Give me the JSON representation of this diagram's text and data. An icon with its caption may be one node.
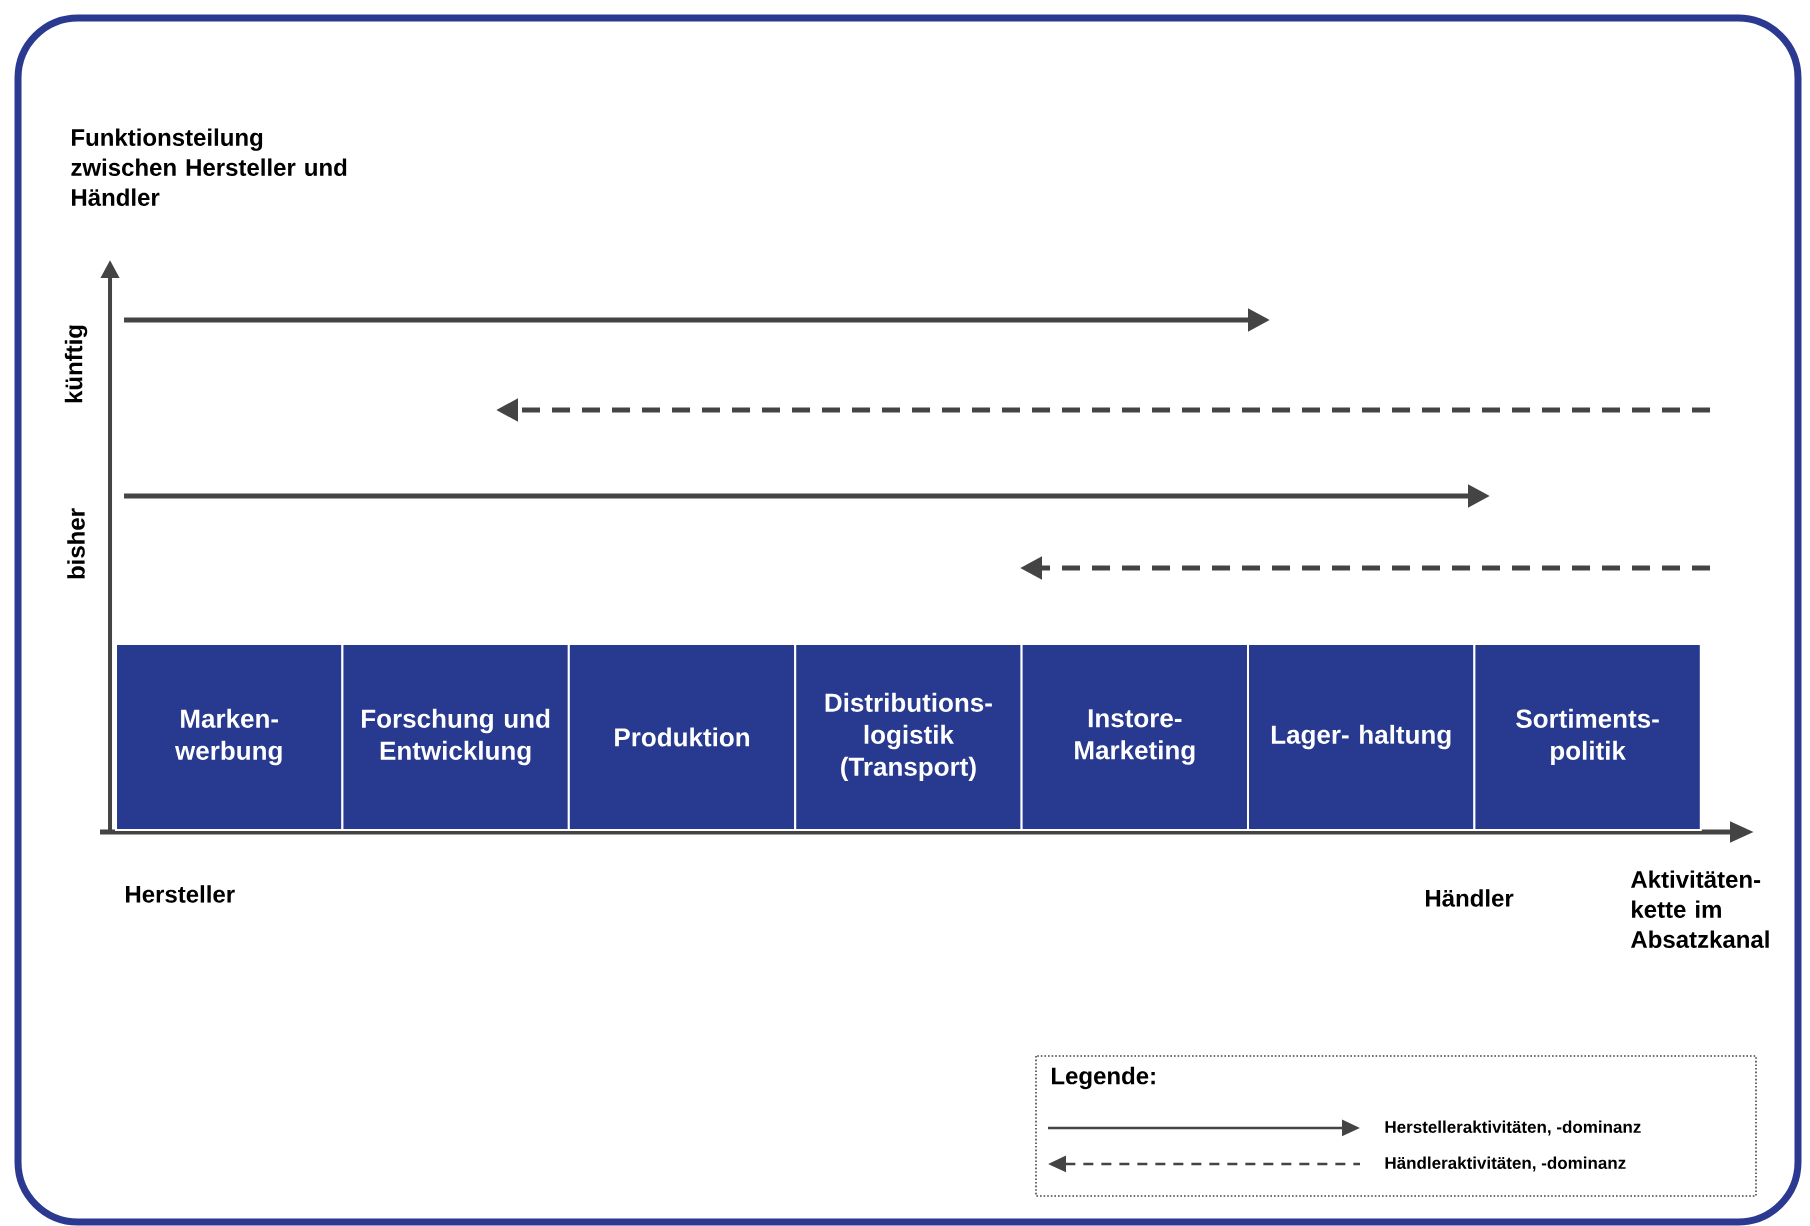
{
  "diagram": {
    "nodes": [
      {
        "text": [
          "Marken- werbung"
        ]
      },
      {
        "text": [
          "Forschung und Entwicklung"
        ]
      },
      {
        "text": [
          "Produktion"
        ]
      },
      {
        "text": [
          "Distributions- logistik (Transport)"
        ]
      },
      {
        "text": [
          "Instore- Marketing"
        ]
      },
      {
        "text": [
          "Lager- haltung"
        ]
      },
      {
        "text": [
          "Sortiments- politik"
        ]
      }
    ],
    "labels": [
      "Funktionsteilung zwischen Hersteller und Händler",
      "künftig",
      "bisher",
      "Hersteller",
      "Händler",
      "Aktivitäten- kette im Absatzkanal",
      "Legende:"
    ],
    "legend": [
      {
        "text": "Herstelleraktivitäten, -dominanz"
      },
      {
        "text": "Händleraktivitäten, -dominanz"
      }
    ]
  }
}
